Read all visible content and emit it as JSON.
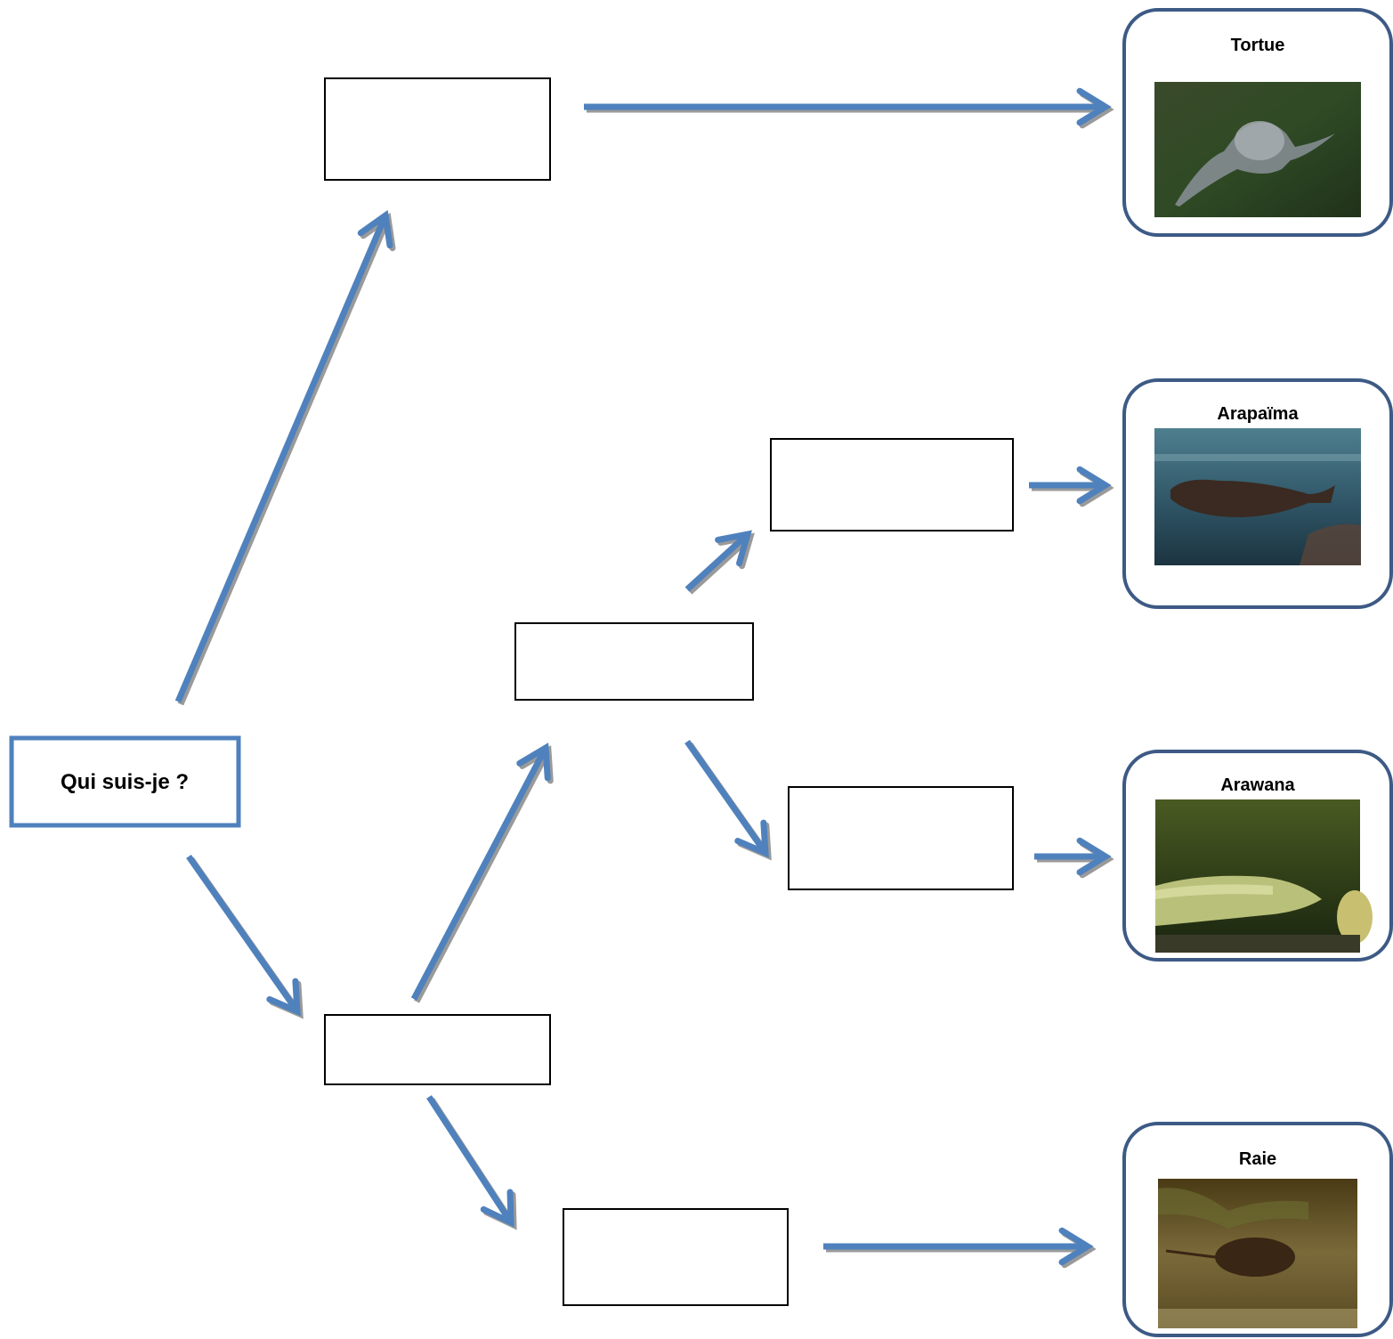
{
  "root": {
    "label": "Qui suis-je ?"
  },
  "blank_boxes": [
    "",
    "",
    "",
    "",
    "",
    ""
  ],
  "animals": [
    {
      "id": "tortue",
      "name": "Tortue"
    },
    {
      "id": "arapaima",
      "name": "Arapaïma"
    },
    {
      "id": "arawana",
      "name": "Arawana"
    },
    {
      "id": "raie",
      "name": "Raie"
    }
  ],
  "colors": {
    "arrow": "#4f81bd",
    "arrow_shadow": "#9a9a9a",
    "card_border": "#3d5a85",
    "root_border": "#4f81bd"
  }
}
